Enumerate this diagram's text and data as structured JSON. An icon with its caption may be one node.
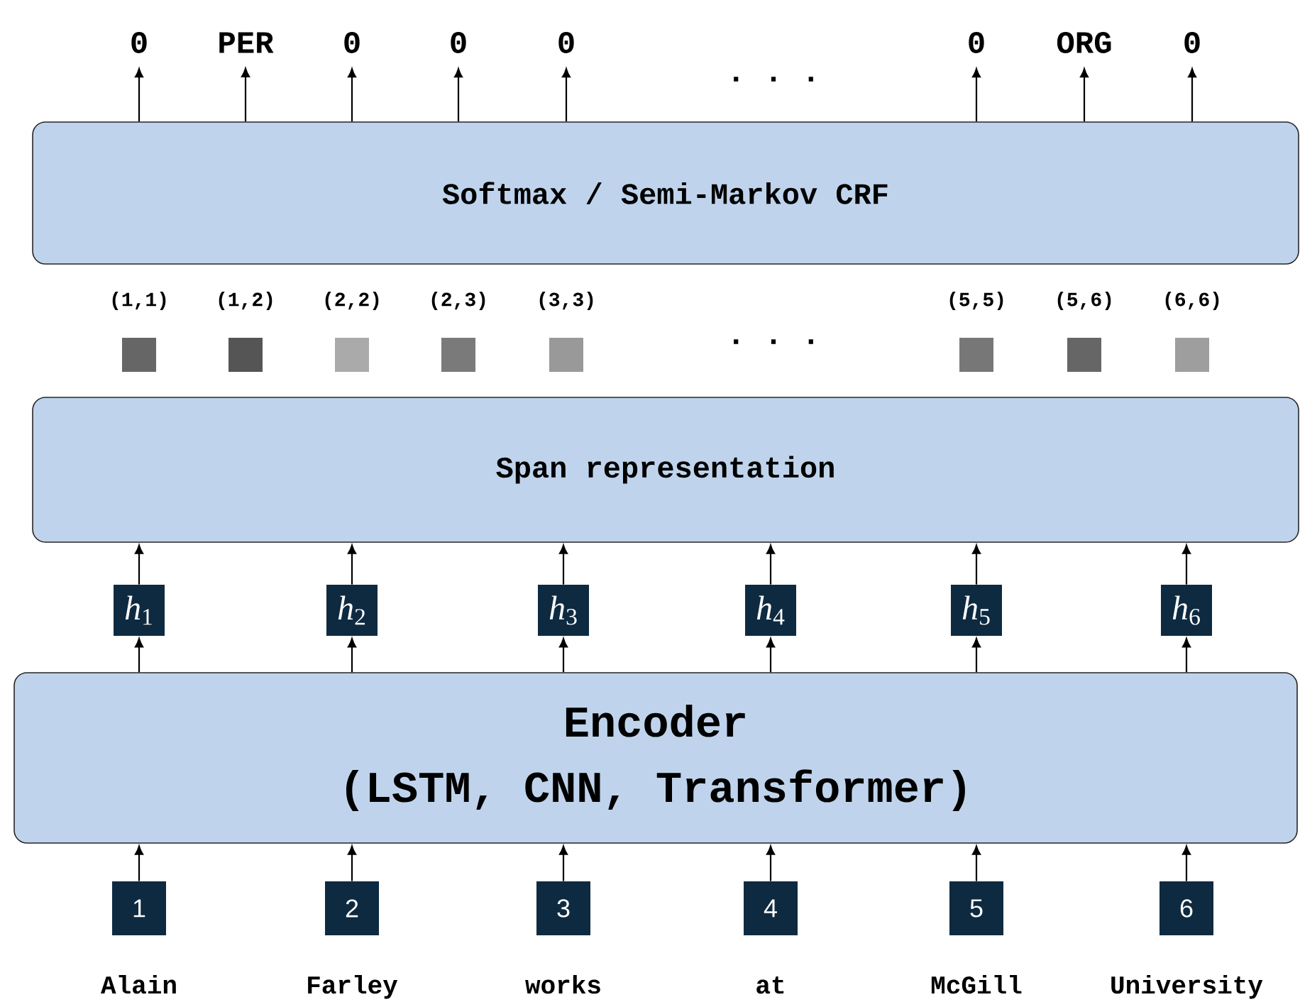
{
  "diagram": {
    "nodes": [
      {
        "text": [
          "0"
        ]
      },
      {
        "text": [
          "PER"
        ]
      },
      {
        "text": [
          "0"
        ]
      },
      {
        "text": [
          "0"
        ]
      },
      {
        "text": [
          "0"
        ]
      },
      {
        "text": [
          "0"
        ]
      },
      {
        "text": [
          "ORG"
        ]
      },
      {
        "text": [
          "0"
        ]
      },
      {
        "text": [
          "Softmax / Semi-Markov CRF"
        ]
      },
      {
        "text": [],
        "shape": "box",
        "beside": [
          "(1,1)"
        ]
      },
      {
        "text": [],
        "shape": "box",
        "beside": [
          "(1,2)"
        ]
      },
      {
        "text": [],
        "shape": "box",
        "beside": [
          "(2,2)"
        ]
      },
      {
        "text": [],
        "shape": "box",
        "beside": [
          "(2,3)"
        ]
      },
      {
        "text": [],
        "shape": "box",
        "beside": [
          "(3,3)"
        ]
      },
      {
        "text": [],
        "shape": "box",
        "beside": [
          "(5,5)"
        ]
      },
      {
        "text": [],
        "shape": "box",
        "beside": [
          "(5,6)"
        ]
      },
      {
        "text": [],
        "shape": "box",
        "beside": [
          "(6,6)"
        ]
      },
      {
        "text": [
          "Span representation"
        ]
      },
      {
        "text": [
          "*h*$_{1}$"
        ]
      },
      {
        "text": [
          "*h*$_{2}$"
        ]
      },
      {
        "text": [
          "*h*$_{3}$"
        ]
      },
      {
        "text": [
          "*h*$_{4}$"
        ]
      },
      {
        "text": [
          "*h*$_{5}$"
        ]
      },
      {
        "text": [
          "*h*$_{6}$"
        ]
      },
      {
        "text": [
          "Encoder",
          "(LSTM, CNN, Transformer)"
        ]
      },
      {
        "text": [
          "1"
        ],
        "beside": [
          "Alain"
        ]
      },
      {
        "text": [
          "2"
        ],
        "beside": [
          "Farley"
        ]
      },
      {
        "text": [
          "3"
        ],
        "beside": [
          "works"
        ]
      },
      {
        "text": [
          "4"
        ],
        "beside": [
          "at"
        ]
      },
      {
        "text": [
          "5"
        ],
        "beside": [
          "McGill"
        ]
      },
      {
        "text": [
          "6"
        ],
        "beside": [
          "University"
        ]
      }
    ],
    "edges": [
      {
        "from": 8,
        "to": 0,
        "arrow": "to"
      },
      {
        "from": 8,
        "to": 1,
        "arrow": "to"
      },
      {
        "from": 8,
        "to": 2,
        "arrow": "to"
      },
      {
        "from": 8,
        "to": 3,
        "arrow": "to"
      },
      {
        "from": 8,
        "to": 4,
        "arrow": "to"
      },
      {
        "from": 8,
        "to": 5,
        "arrow": "to"
      },
      {
        "from": 8,
        "to": 6,
        "arrow": "to"
      },
      {
        "from": 8,
        "to": 7,
        "arrow": "to"
      },
      {
        "from": 18,
        "to": 17,
        "arrow": "to"
      },
      {
        "from": 19,
        "to": 17,
        "arrow": "to"
      },
      {
        "from": 20,
        "to": 17,
        "arrow": "to"
      },
      {
        "from": 21,
        "to": 17,
        "arrow": "to"
      },
      {
        "from": 22,
        "to": 17,
        "arrow": "to"
      },
      {
        "from": 23,
        "to": 17,
        "arrow": "to"
      },
      {
        "from": 24,
        "to": 18,
        "arrow": "to"
      },
      {
        "from": 24,
        "to": 19,
        "arrow": "to"
      },
      {
        "from": 24,
        "to": 20,
        "arrow": "to"
      },
      {
        "from": 24,
        "to": 21,
        "arrow": "to"
      },
      {
        "from": 24,
        "to": 22,
        "arrow": "to"
      },
      {
        "from": 24,
        "to": 23,
        "arrow": "to"
      },
      {
        "from": 25,
        "to": 24,
        "arrow": "to"
      },
      {
        "from": 26,
        "to": 24,
        "arrow": "to"
      },
      {
        "from": 27,
        "to": 24,
        "arrow": "to"
      },
      {
        "from": 28,
        "to": 24,
        "arrow": "to"
      },
      {
        "from": 29,
        "to": 24,
        "arrow": "to"
      },
      {
        "from": 30,
        "to": 24,
        "arrow": "to"
      }
    ],
    "labels": [
      "· · ·",
      "· · ·"
    ]
  }
}
